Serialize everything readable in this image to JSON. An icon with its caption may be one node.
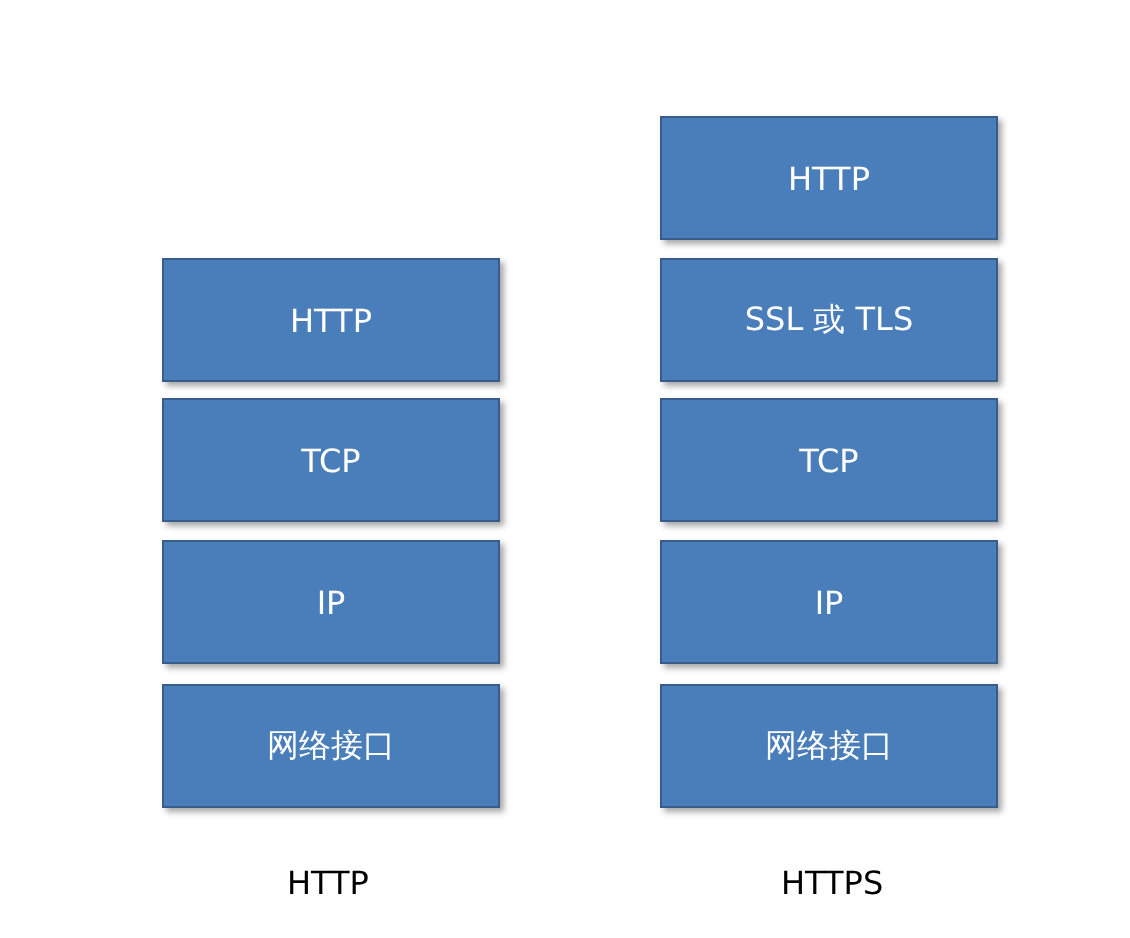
{
  "diagram": {
    "nodes": [
      {
        "text": [
          "HTTP"
        ]
      },
      {
        "text": [
          "TCP"
        ]
      },
      {
        "text": [
          "IP"
        ]
      },
      {
        "text": [
          "网络接口"
        ]
      },
      {
        "text": [
          "HTTP"
        ]
      },
      {
        "text": [
          "SSL 或 TLS"
        ]
      },
      {
        "text": [
          "TCP"
        ]
      },
      {
        "text": [
          "IP"
        ]
      },
      {
        "text": [
          "网络接口"
        ]
      }
    ],
    "labels": [
      "HTTP",
      "HTTPS"
    ]
  }
}
